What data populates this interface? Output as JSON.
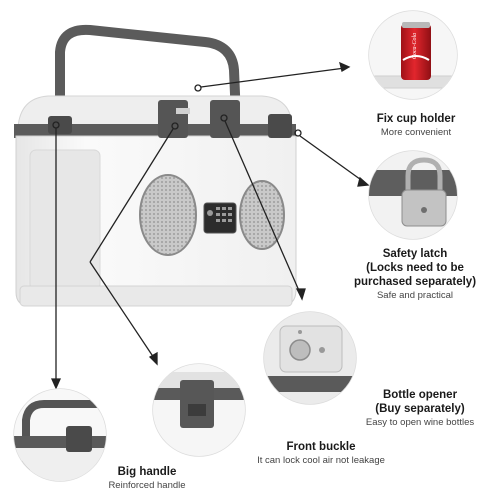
{
  "callouts": [
    {
      "id": "cup",
      "title": "Fix cup holder",
      "subtitle": "More convenient"
    },
    {
      "id": "latch",
      "title_lines": [
        "Safety latch",
        "(Locks need to be",
        "purchased separately)"
      ],
      "subtitle": "Safe and practical"
    },
    {
      "id": "opener",
      "title_lines": [
        "Bottle opener",
        "(Buy separately)"
      ],
      "subtitle": "Easy to open wine bottles"
    },
    {
      "id": "buckle",
      "title": "Front buckle",
      "subtitle": "It can lock cool air not leakage"
    },
    {
      "id": "handle",
      "title": "Big handle",
      "subtitle": "Reinforced handle"
    }
  ],
  "can_text": "Coca-Cola",
  "colors": {
    "body": "#f4f4f4",
    "trim": "#5b5b5b",
    "speaker": "#bdbdbd",
    "can_red": "#d21f26",
    "callout_ring": "#dcdcdc"
  }
}
